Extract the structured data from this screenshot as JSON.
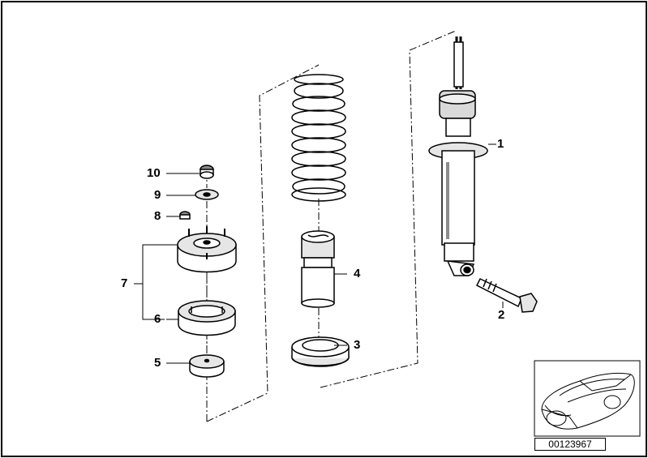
{
  "callouts": {
    "c1": "1",
    "c2": "2",
    "c3": "3",
    "c4": "4",
    "c5": "5",
    "c6": "6",
    "c7": "7",
    "c8": "8",
    "c9": "9",
    "c10": "10"
  },
  "diagram_id": "00123967",
  "colors": {
    "stroke": "#000000",
    "background": "#ffffff",
    "part_shade": "#e6e6e6",
    "part_dark": "#8c8c8c"
  }
}
